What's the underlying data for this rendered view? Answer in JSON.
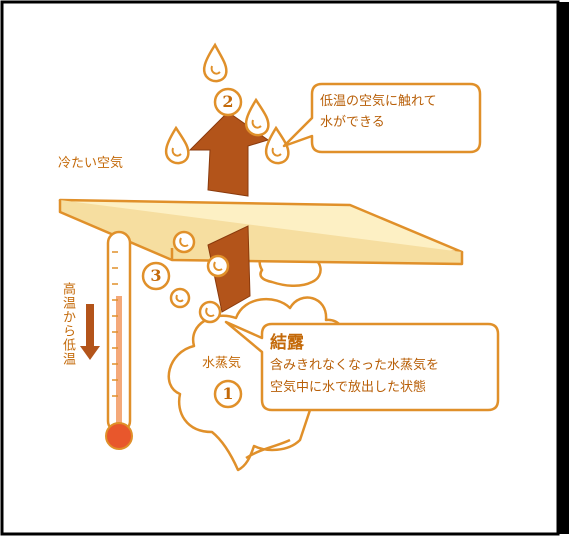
{
  "labels": {
    "cold_air": "冷たい空気",
    "top_callout_line1": "低温の空気に触れて",
    "top_callout_line2": "水ができる",
    "vapor": "水蒸気",
    "thermo_vertical": "高温から低温",
    "dew_title": "結露",
    "dew_line1": "含みきれなくなった水蒸気を",
    "dew_line2": "空気中に水で放出した状態"
  },
  "steps": {
    "one": "1",
    "two": "2",
    "three": "3"
  },
  "colors": {
    "line": "#e0902a",
    "text": "#c46a0a",
    "arrow": "#b3541a",
    "plate": "#fdf0c4",
    "thermo_red": "#e8572c",
    "frame": "#000000"
  }
}
